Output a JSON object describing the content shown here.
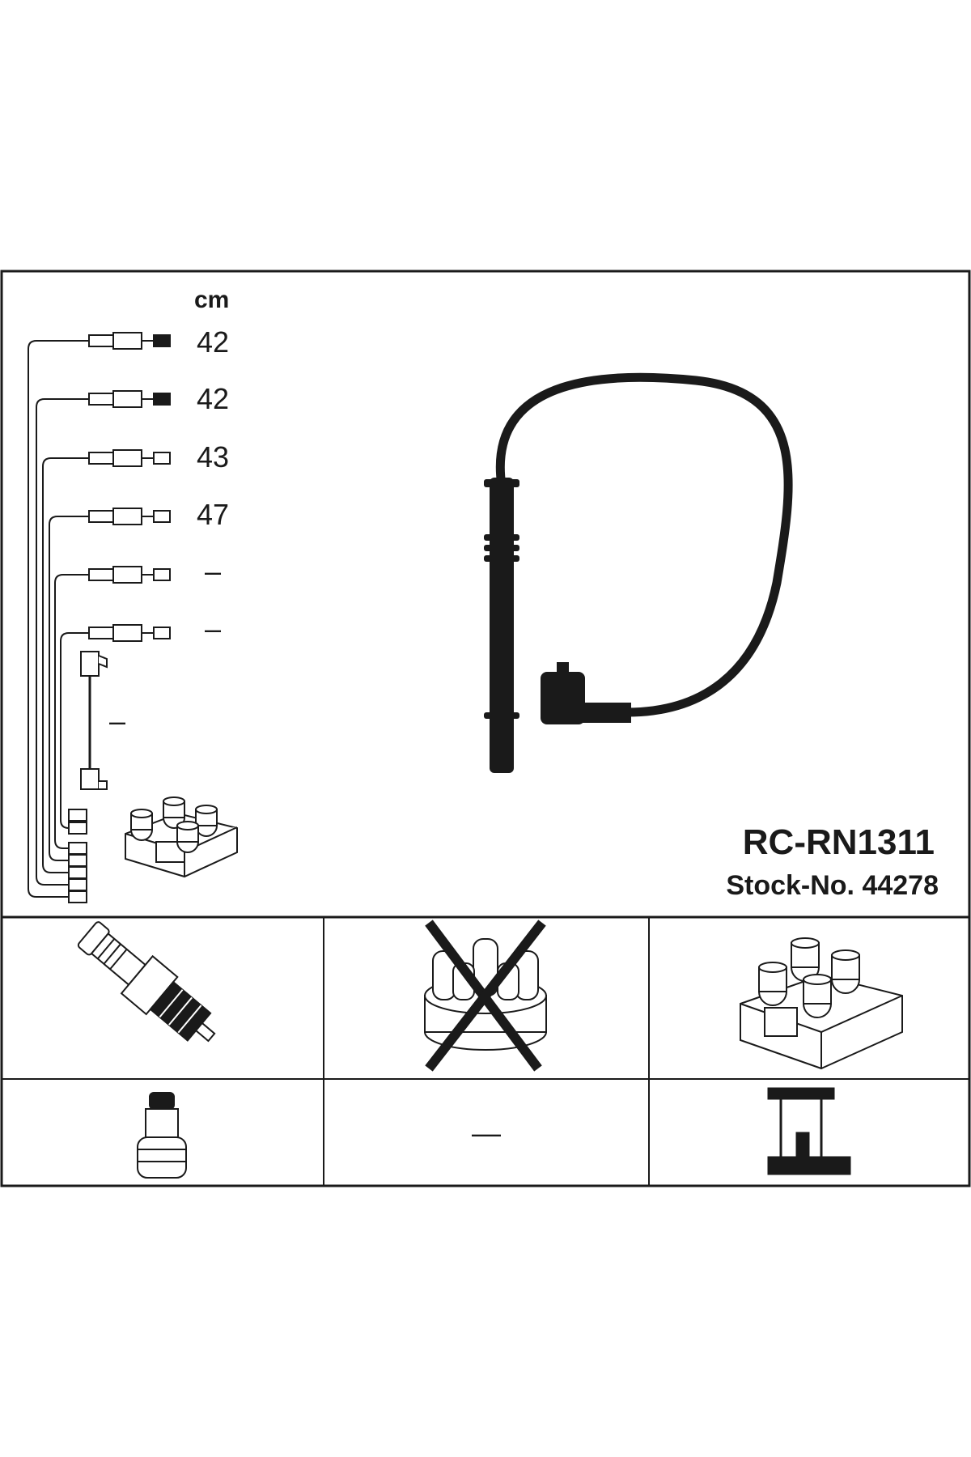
{
  "unit": "cm",
  "cable_lengths": [
    "42",
    "42",
    "43",
    "47",
    "–",
    "–"
  ],
  "extra_cable_length": "–",
  "part_number": "RC-RN1311",
  "stock_number": "Stock-No. 44278",
  "icons": {
    "spark_plug": "spark-plug-icon",
    "distributor_cap": "distributor-cap-crossed-icon",
    "ignition_coil": "ignition-coil-icon",
    "plug_terminal": "spark-plug-terminal-icon",
    "connection_type": "none",
    "suppression": "connector-bracket-icon"
  },
  "connection_type_label": "—",
  "colors": {
    "line": "#1a1a1a",
    "background": "#ffffff"
  }
}
